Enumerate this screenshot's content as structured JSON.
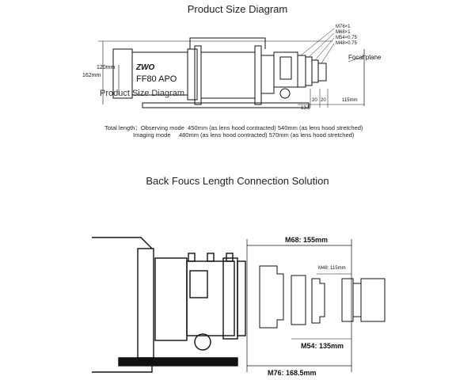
{
  "top": {
    "title": "Product Size Diagram",
    "overlay_title": "Product Size Diagram",
    "brand": "ZWO",
    "model": "FF80 APO",
    "threads": [
      "M76×1",
      "M68×1",
      "M54×0.75",
      "M48×0.75"
    ],
    "focal_plane": "Focal plane",
    "dim_120": "120mm",
    "dim_162": "162mm",
    "dim_135": "13.5",
    "dim_20a": "20",
    "dim_20b": "20",
    "dim_115": "115mm",
    "total_length_line1": "Total length：Observing mode  450mm (as lens hood contracted) 540mm (as lens hood stretched)",
    "total_length_line2": "Imaging mode     480mm (as lens hood contracted) 570mm (as lens hood stretched)"
  },
  "bottom": {
    "title": "Back Foucs Length Connection Solution",
    "m68": "M68: 155mm",
    "m48": "M48: 115mm",
    "m54": "M54: 135mm",
    "m76": "M76: 168.5mm"
  },
  "colors": {
    "line": "#111111",
    "text": "#222222",
    "background": "#ffffff"
  }
}
